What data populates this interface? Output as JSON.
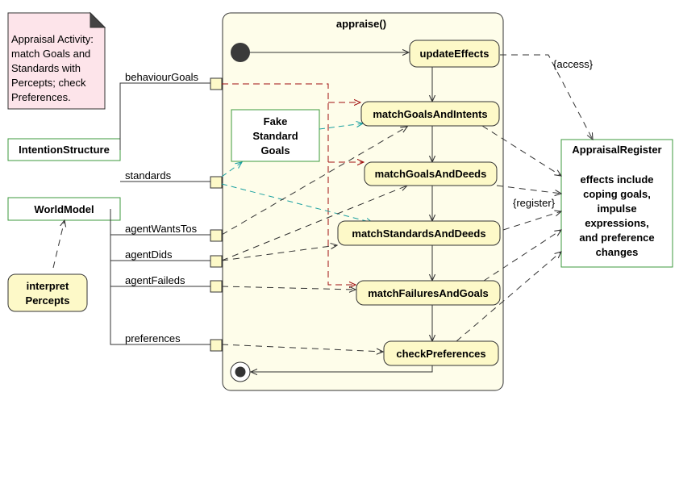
{
  "note": {
    "lines": [
      "Appraisal Activity:",
      "match Goals and",
      "Standards with",
      "Percepts; check",
      "Preferences."
    ]
  },
  "activity": {
    "title": "appraise()"
  },
  "actions": {
    "update_effects": "updateEffects",
    "match_goals_intents": "matchGoalsAndIntents",
    "match_goals_deeds": "matchGoalsAndDeeds",
    "match_standards_deeds": "matchStandardsAndDeeds",
    "match_failures_goals": "matchFailuresAndGoals",
    "check_preferences": "checkPreferences"
  },
  "fake_goals": {
    "lines": [
      "Fake",
      "Standard",
      "Goals"
    ]
  },
  "objects": {
    "intention_structure": "IntentionStructure",
    "world_model": "WorldModel"
  },
  "interpret": {
    "lines": [
      "interpret",
      "Percepts"
    ]
  },
  "pins": {
    "behaviour_goals": "behaviourGoals",
    "standards": "standards",
    "agent_wants_tos": "agentWantsTos",
    "agent_dids": "agentDids",
    "agent_faileds": "agentFaileds",
    "preferences": "preferences"
  },
  "register": {
    "title": "AppraisalRegister",
    "lines": [
      "effects include",
      "coping goals,",
      "impulse",
      "expressions,",
      "and preference",
      "changes"
    ]
  },
  "labels": {
    "access": "{access}",
    "register": "{register}"
  },
  "colors": {
    "activity_fill": "#fefdea",
    "action_fill": "#fdf9c8",
    "note_fill": "#fde4ea",
    "object_border": "#3c9a3c",
    "dark_red": "#a01010",
    "teal": "#1aa0a0"
  }
}
